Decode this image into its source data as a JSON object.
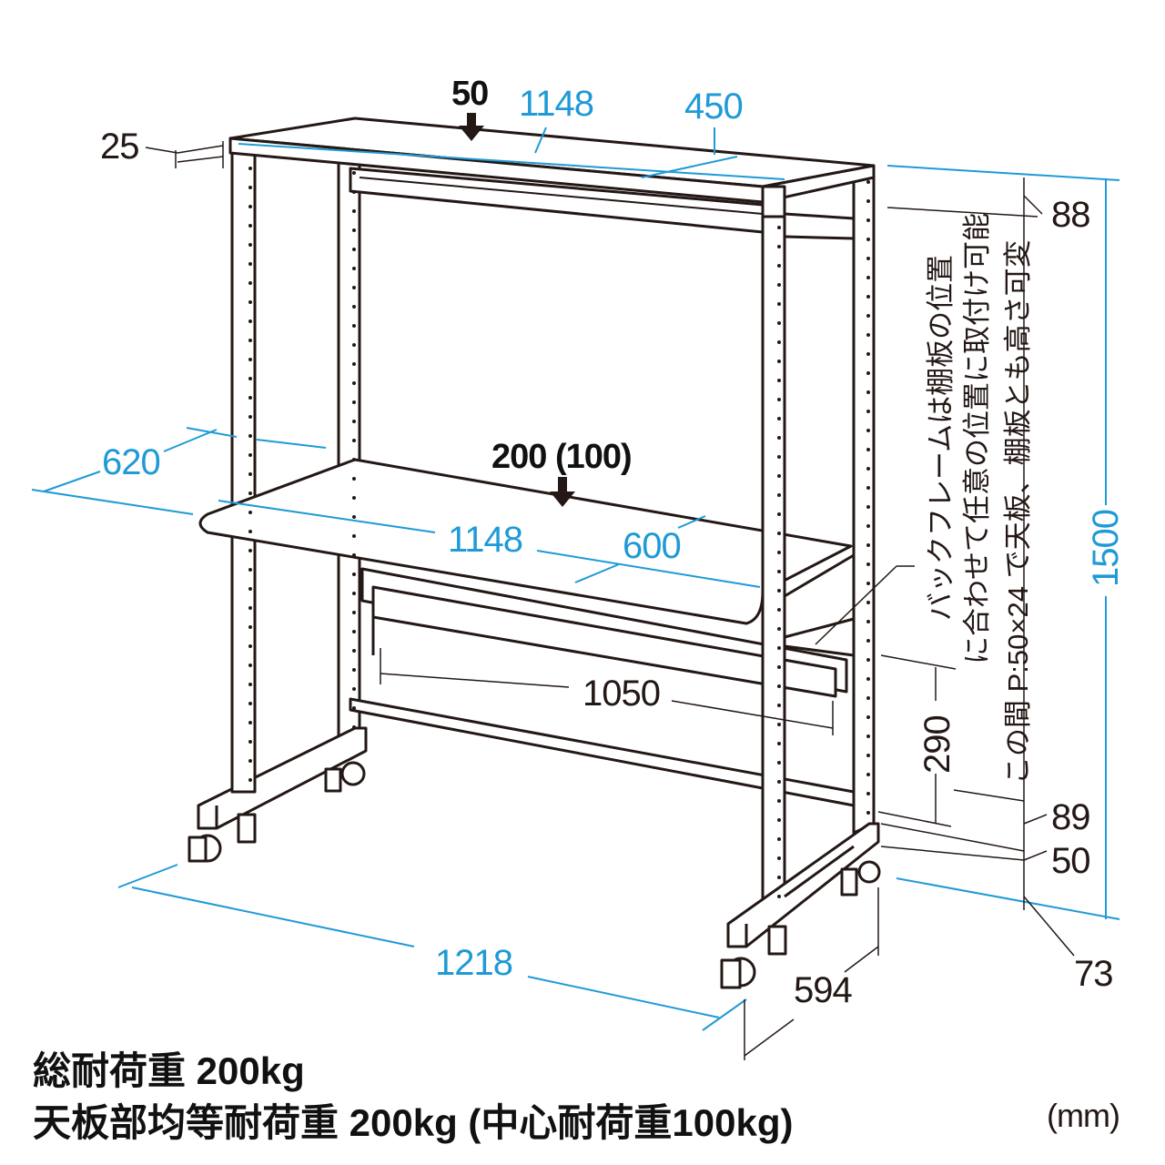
{
  "colors": {
    "dimension": "#1f9ad6",
    "outline": "#231815"
  },
  "labels": {
    "top_load": "50",
    "top_width": "1148",
    "top_depth": "450",
    "top_thickness": "25",
    "back_frame_height": "88",
    "desk_depth_total": "620",
    "desk_load": "200 (100)",
    "desk_width": "1148",
    "desk_depth": "600",
    "inner_width": "1050",
    "pitch_gap": "290",
    "lower_89": "89",
    "lower_50": "50",
    "lower_73": "73",
    "total_height": "1500",
    "total_width": "1218",
    "total_depth": "594"
  },
  "note_lines": [
    "バックフレームは棚板の位置",
    "に合わせて任意の位置に取付け可能",
    "この間 P:50×24 で天板、棚板とも高さ可変"
  ],
  "specs": {
    "total_load": "総耐荷重 200kg",
    "top_load": "天板部均等耐荷重 200kg (中心耐荷重100kg)"
  },
  "unit": "(mm)"
}
